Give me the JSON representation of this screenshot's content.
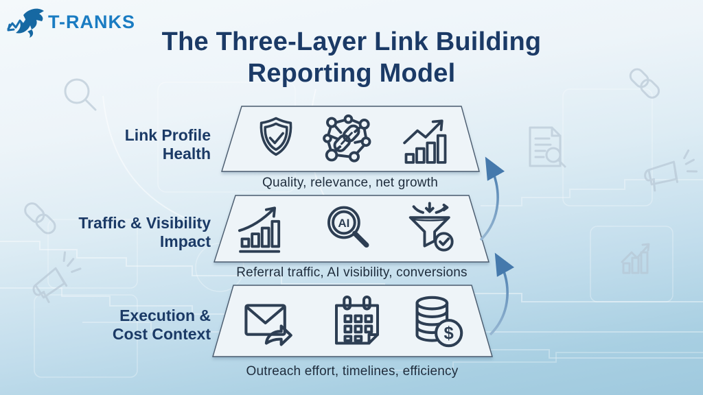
{
  "logo": {
    "text": "T-RANKS",
    "mark": "shark-arrow-icon",
    "text_color": "#1a7cc2",
    "mark_color": "#1668a2"
  },
  "title": {
    "line1": "The Three-Layer Link Building",
    "line2": "Reporting Model",
    "color": "#1b3a66"
  },
  "layers": [
    {
      "label": "Link Profile Health",
      "caption": "Quality, relevance, net growth",
      "icons": [
        "shield-check-icon",
        "link-network-icon",
        "growth-bars-icon"
      ]
    },
    {
      "label": "Traffic & Visibility Impact",
      "caption": "Referral traffic, AI visibility, conversions",
      "icons": [
        "traffic-growth-icon",
        "ai-search-icon",
        "conversion-funnel-icon"
      ]
    },
    {
      "label": "Execution & Cost Context",
      "caption": "Outreach effort, timelines, efficiency",
      "icons": [
        "outreach-email-icon",
        "timeline-calendar-icon",
        "cost-coins-icon"
      ]
    }
  ],
  "ai_icon_text": "AI",
  "dollar_icon_text": "$",
  "arrows": [
    {
      "name": "up-arrow-layer3-to-layer2"
    },
    {
      "name": "up-arrow-layer2-to-layer1"
    }
  ],
  "background_icons": [
    "magnifier-icon",
    "chain-icon",
    "megaphone-icon",
    "chain-icon",
    "document-search-icon",
    "megaphone-icon",
    "growth-chart-icon"
  ],
  "colors": {
    "navy_text": "#1b3a66",
    "caption_text": "#1e2c3c",
    "icon_stroke": "#2d3e53",
    "panel_fill": "#eef4f8",
    "panel_border": "#495a6d",
    "arrow_blue": "#4579ac",
    "bg_top": "#f4f9fb",
    "bg_bottom": "#9fc9de",
    "faint_icon": "#b5c4d3"
  }
}
